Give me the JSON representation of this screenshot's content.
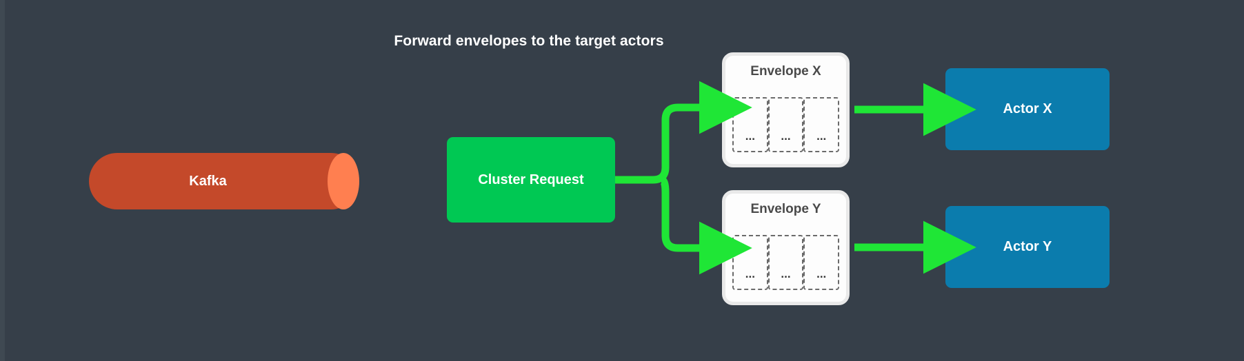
{
  "diagram": {
    "title": "Forward envelopes to the target actors",
    "background_color": "#363f49"
  },
  "nodes": {
    "kafka": {
      "label": "Kafka",
      "shape": "cylinder",
      "body_color": "#c4492a",
      "cap_color": "#ff7f50",
      "text_color": "#ffffff"
    },
    "cluster_request": {
      "label": "Cluster Request",
      "shape": "rounded-rect",
      "color": "#00c853",
      "text_color": "#ffffff"
    },
    "envelope_x": {
      "title": "Envelope X",
      "shape": "card",
      "color": "#fdfdfd",
      "border_color": "#e9e9e9",
      "title_color": "#4a4a4a",
      "slots": [
        "...",
        "...",
        "..."
      ]
    },
    "envelope_y": {
      "title": "Envelope Y",
      "shape": "card",
      "color": "#fdfdfd",
      "border_color": "#e9e9e9",
      "title_color": "#4a4a4a",
      "slots": [
        "...",
        "...",
        "..."
      ]
    },
    "actor_x": {
      "label": "Actor X",
      "shape": "rounded-rect",
      "color": "#0b7cad",
      "text_color": "#ffffff"
    },
    "actor_y": {
      "label": "Actor Y",
      "shape": "rounded-rect",
      "color": "#0b7cad",
      "text_color": "#ffffff"
    }
  },
  "edges": {
    "color": "#1fe636",
    "list": [
      {
        "from": "cluster_request",
        "to": "envelope_x",
        "style": "elbow-arrow"
      },
      {
        "from": "cluster_request",
        "to": "envelope_y",
        "style": "elbow-arrow"
      },
      {
        "from": "envelope_x",
        "to": "actor_x",
        "style": "straight-arrow"
      },
      {
        "from": "envelope_y",
        "to": "actor_y",
        "style": "straight-arrow"
      }
    ]
  }
}
